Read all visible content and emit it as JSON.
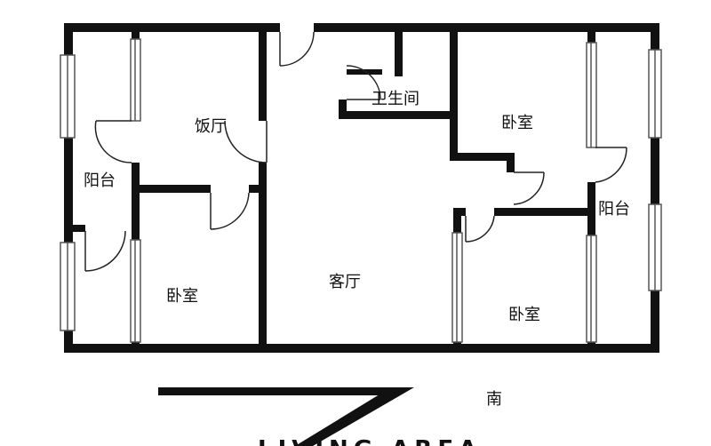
{
  "colors": {
    "wall": "#111111",
    "window": "#555555",
    "door": "#222222",
    "background": "#ffffff"
  },
  "rooms": {
    "bathroom": "卫生间",
    "dining": "饭厅",
    "bedroom_ne": "卧室",
    "balcony_w": "阳台",
    "balcony_e": "阳台",
    "bedroom_sw": "卧室",
    "living": "客厅",
    "bedroom_se": "卧室"
  },
  "compass": {
    "south": "南"
  },
  "footer": {
    "caption": "LIVING AREA"
  }
}
